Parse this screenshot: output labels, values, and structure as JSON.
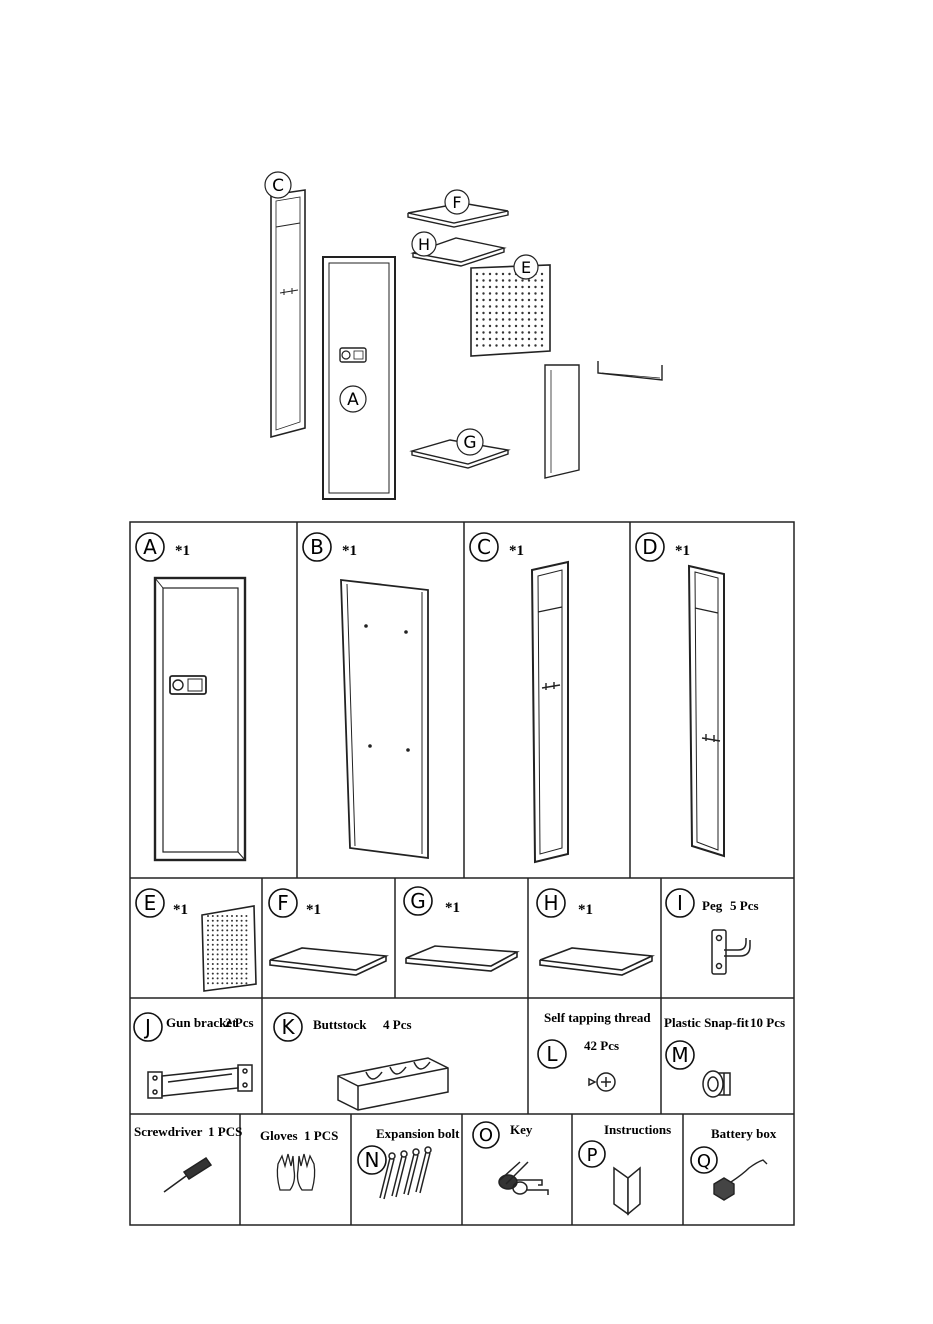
{
  "exploded_view": {
    "callouts": [
      "C",
      "F",
      "H",
      "E",
      "A",
      "G"
    ]
  },
  "parts": [
    {
      "letter": "A",
      "qty": "*1"
    },
    {
      "letter": "B",
      "qty": "*1"
    },
    {
      "letter": "C",
      "qty": "*1"
    },
    {
      "letter": "D",
      "qty": "*1"
    },
    {
      "letter": "E",
      "qty": "*1"
    },
    {
      "letter": "F",
      "qty": "*1"
    },
    {
      "letter": "G",
      "qty": "*1"
    },
    {
      "letter": "H",
      "qty": "*1"
    },
    {
      "letter": "I",
      "name": "Peg",
      "qty": "5 Pcs"
    },
    {
      "letter": "J",
      "name": "Gun bracket",
      "qty": "2 Pcs"
    },
    {
      "letter": "K",
      "name": "Buttstock",
      "qty": "4 Pcs"
    },
    {
      "letter": "L",
      "name": "Self tapping thread",
      "qty": "42 Pcs"
    },
    {
      "letter": "M",
      "name": "Plastic Snap-fit",
      "qty": "10 Pcs"
    },
    {
      "name": "Screwdriver",
      "qty": "1 PCS"
    },
    {
      "name": "Gloves",
      "qty": "1 PCS"
    },
    {
      "letter": "N",
      "name": "Expansion bolt"
    },
    {
      "letter": "O",
      "name": "Key"
    },
    {
      "letter": "P",
      "name": "Instructions"
    },
    {
      "letter": "Q",
      "name": "Battery box"
    }
  ]
}
